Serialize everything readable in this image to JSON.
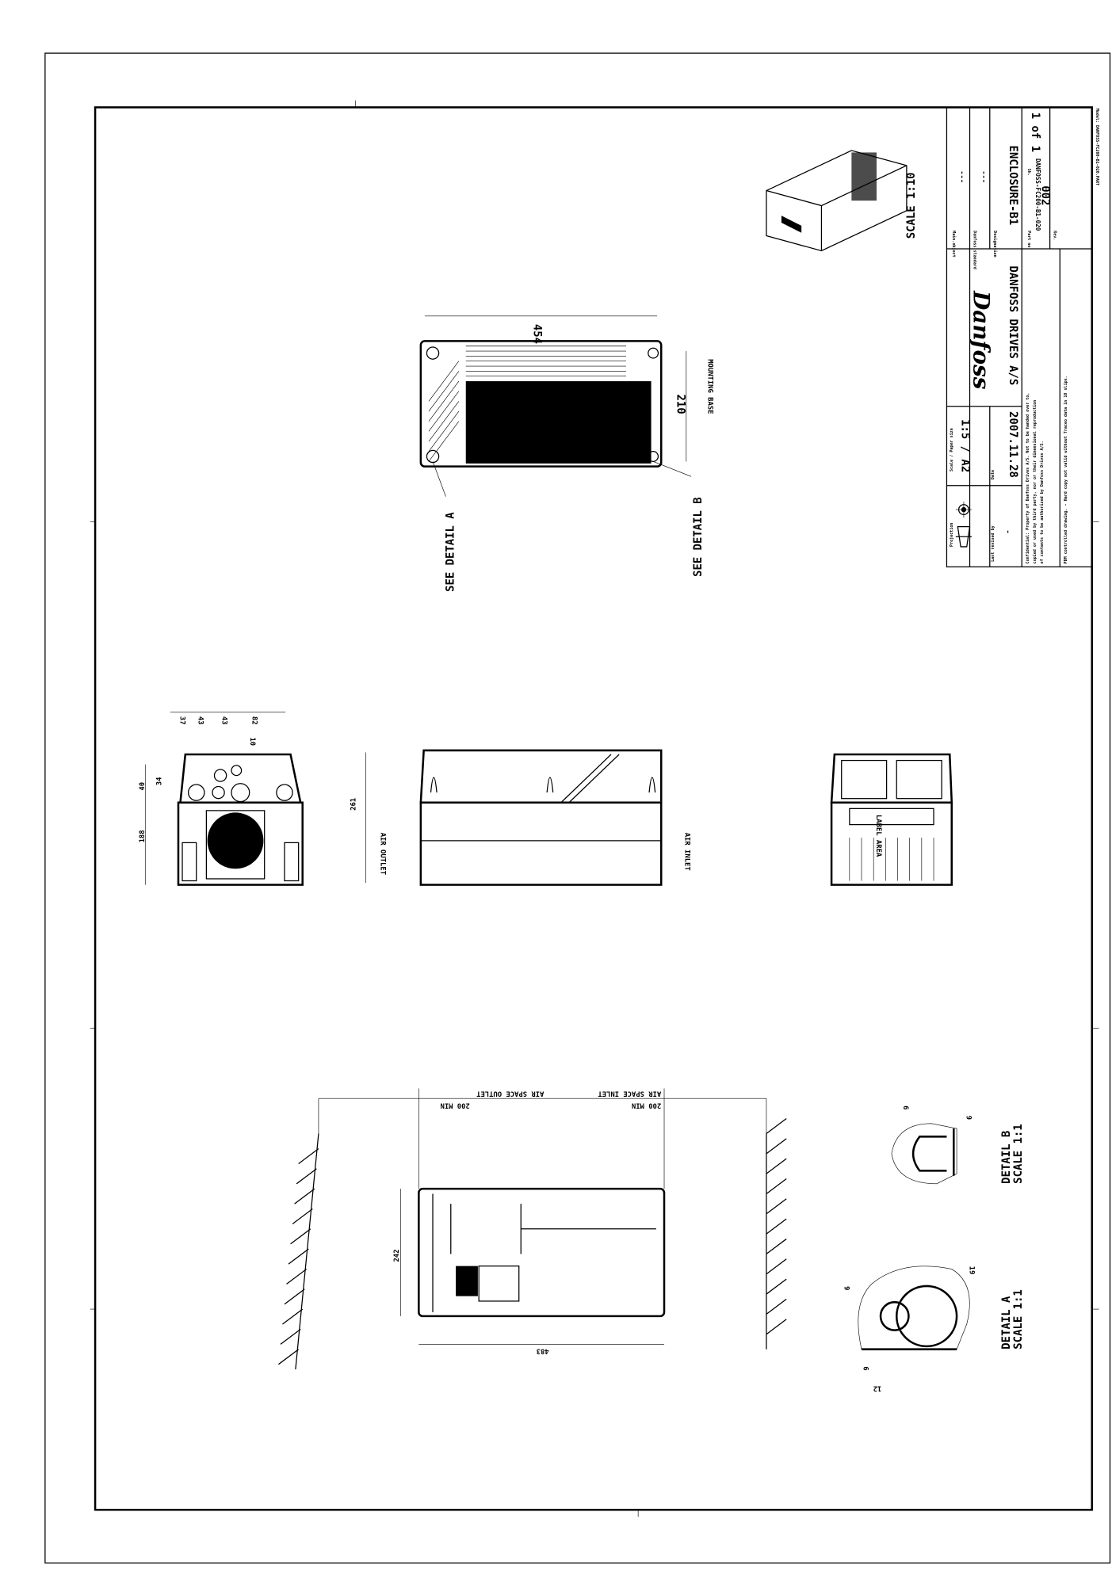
{
  "title_block": {
    "model_label": "Model: DANFOSS-FC200-B1-020.PART",
    "main_object_label": "Main.object",
    "main_object_value": "---",
    "danfoss_standard_label": "Danfoss standard",
    "danfoss_standard_value": "---",
    "designation_label": "Designation",
    "designation_value": "ENCLOSURE-B1",
    "part_no_label": "Part no.",
    "part_no_value": "DANFOSS-FC200-B1-020",
    "sheet_label": "Sh.",
    "sheet_value": "1 of 1",
    "rev_label": "Rev.",
    "rev_value": "002",
    "company": "DANFOSS DRIVES A/S",
    "logo_text": "Danfoss",
    "projection_label": "Projection",
    "scale_paper_label": "Scale / Paper size",
    "scale_paper_value": "1:5 / A2",
    "last_revised_label": "Last revised by",
    "last_revised_value": "-",
    "date_label": "Date",
    "date_value": "2007.11.28",
    "confidential_1": "Confidential: Property of Danfoss Drives A/S. Not to be handed over to,",
    "confidential_2": "copied or used by third party, nor or their dimensional reproduction",
    "confidential_3": "of contents to be authorized by Danfoss Drives A/S.",
    "controlled_note": "PDM controlled drawing. - Hard copy not valid without Traceo data in 10 slips."
  },
  "iso_view": {
    "scale_label": "SCALE 1:10"
  },
  "top_view": {
    "dim_length": "454",
    "dim_width": "210",
    "mounting_base": "MOUNTING BASE",
    "see_detail_a": "SEE DETAIL A",
    "see_detail_b": "SEE DETAIL B"
  },
  "end_view": {
    "dims_top": [
      "37",
      "43",
      "43",
      "82"
    ],
    "dim_10": "10",
    "dim_40": "40",
    "dim_34": "34",
    "dim_188": "188"
  },
  "side_view": {
    "dim_height": "261",
    "air_outlet": "AIR OUTLET",
    "air_inlet": "AIR INLET"
  },
  "rear_view": {
    "label_area": "LABEL AREA"
  },
  "front_view": {
    "outlet_min": "200 MIN",
    "outlet_label": "AIR SPACE OUTLET",
    "inlet_min": "200 MIN",
    "inlet_label": "AIR SPACE INLET",
    "dim_height": "242",
    "dim_length": "483"
  },
  "detail_a": {
    "title": "DETAIL A",
    "scale": "SCALE 1:1",
    "dim_9": "9",
    "dim_19": "19",
    "dim_6": "6",
    "dim_12": "12"
  },
  "detail_b": {
    "title": "DETAIL B",
    "scale": "SCALE 1:1",
    "dim_6": "6",
    "dim_9": "9"
  }
}
